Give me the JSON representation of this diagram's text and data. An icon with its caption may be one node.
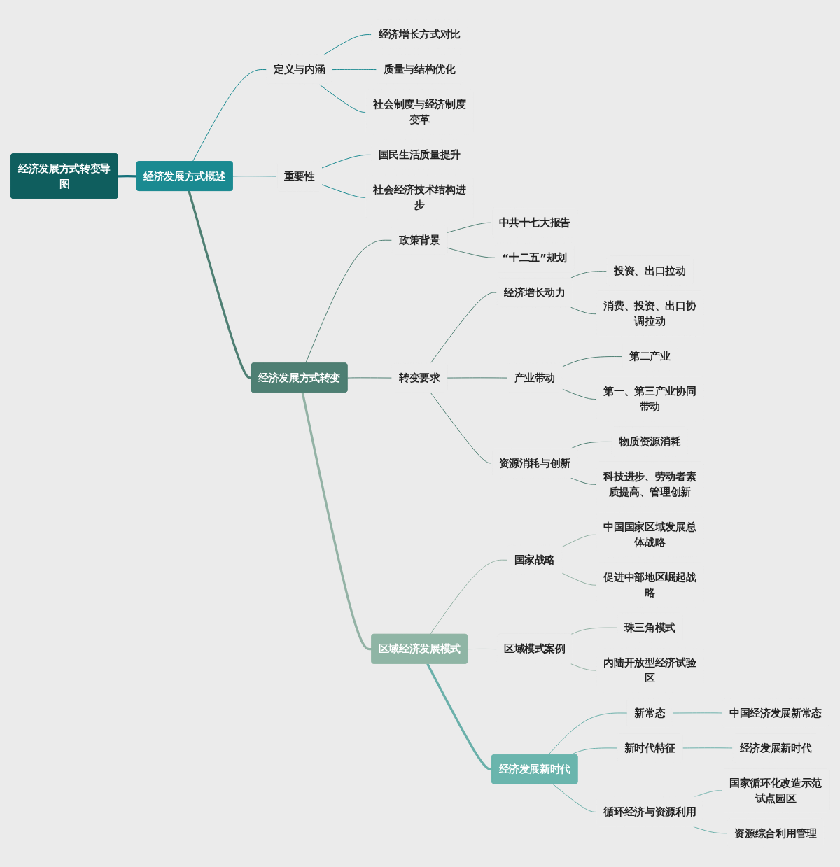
{
  "diagram": {
    "nodes": [
      {
        "text": [
          "经济发展方式转变导图"
        ]
      },
      {
        "text": [
          "经济发展方式概述"
        ]
      },
      {
        "text": [
          "定义与内涵"
        ]
      },
      {
        "text": [
          "经济增长方式对比"
        ]
      },
      {
        "text": [
          "质量与结构优化"
        ]
      },
      {
        "text": [
          "社会制度与经济制度变革"
        ]
      },
      {
        "text": [
          "重要性"
        ]
      },
      {
        "text": [
          "国民生活质量提升"
        ]
      },
      {
        "text": [
          "社会经济技术结构进步"
        ]
      },
      {
        "text": [
          "经济发展方式转变"
        ]
      },
      {
        "text": [
          "政策背景"
        ]
      },
      {
        "text": [
          "中共十七大报告"
        ]
      },
      {
        "text": [
          "“十二五”规划"
        ]
      },
      {
        "text": [
          "转变要求"
        ]
      },
      {
        "text": [
          "经济增长动力"
        ]
      },
      {
        "text": [
          "投资、出口拉动"
        ]
      },
      {
        "text": [
          "消费、投资、出口协调拉动"
        ]
      },
      {
        "text": [
          "产业带动"
        ]
      },
      {
        "text": [
          "第二产业"
        ]
      },
      {
        "text": [
          "第一、第三产业协同带动"
        ]
      },
      {
        "text": [
          "资源消耗与创新"
        ]
      },
      {
        "text": [
          "物质资源消耗"
        ]
      },
      {
        "text": [
          "科技进步、劳动者素质提高、管理创新"
        ]
      },
      {
        "text": [
          "区域经济发展模式"
        ]
      },
      {
        "text": [
          "国家战略"
        ]
      },
      {
        "text": [
          "中国国家区域发展总体战略"
        ]
      },
      {
        "text": [
          "促进中部地区崛起战略"
        ]
      },
      {
        "text": [
          "区域模式案例"
        ]
      },
      {
        "text": [
          "珠三角模式"
        ]
      },
      {
        "text": [
          "内陆开放型经济试验区"
        ]
      },
      {
        "text": [
          "经济发展新时代"
        ]
      },
      {
        "text": [
          "新常态"
        ]
      },
      {
        "text": [
          "中国经济发展新常态"
        ]
      },
      {
        "text": [
          "新时代特征"
        ]
      },
      {
        "text": [
          "经济发展新时代"
        ]
      },
      {
        "text": [
          "循环经济与资源利用"
        ]
      },
      {
        "text": [
          "国家循环化改造示范试点园区"
        ]
      },
      {
        "text": [
          "资源综合利用管理"
        ]
      }
    ],
    "edges": [
      {
        "from": 0,
        "to": 1,
        "arrow": "none",
        "style": "thick",
        "color": "#14707a"
      },
      {
        "from": 1,
        "to": 9,
        "arrow": "none",
        "style": "thick",
        "color": "#4e7f73"
      },
      {
        "from": 9,
        "to": 23,
        "arrow": "none",
        "style": "thick",
        "color": "#93b2a5"
      },
      {
        "from": 23,
        "to": 30,
        "arrow": "none",
        "style": "thick",
        "color": "#6ab0aa"
      },
      {
        "from": 1,
        "to": 2,
        "arrow": "none",
        "color": "#1a8a91"
      },
      {
        "from": 2,
        "to": 3,
        "arrow": "none",
        "color": "#1a8a91"
      },
      {
        "from": 2,
        "to": 4,
        "arrow": "none",
        "color": "#1a8a91"
      },
      {
        "from": 2,
        "to": 5,
        "arrow": "none",
        "color": "#1a8a91"
      },
      {
        "from": 1,
        "to": 6,
        "arrow": "none",
        "color": "#1a8a91"
      },
      {
        "from": 6,
        "to": 7,
        "arrow": "none",
        "color": "#1a8a91"
      },
      {
        "from": 6,
        "to": 8,
        "arrow": "none",
        "color": "#1a8a91"
      },
      {
        "from": 9,
        "to": 10,
        "arrow": "none",
        "color": "#4e7f73"
      },
      {
        "from": 10,
        "to": 11,
        "arrow": "none",
        "color": "#4e7f73"
      },
      {
        "from": 10,
        "to": 12,
        "arrow": "none",
        "color": "#4e7f73"
      },
      {
        "from": 9,
        "to": 13,
        "arrow": "none",
        "color": "#4e7f73"
      },
      {
        "from": 13,
        "to": 14,
        "arrow": "none",
        "color": "#4e7f73"
      },
      {
        "from": 14,
        "to": 15,
        "arrow": "none",
        "color": "#4e7f73"
      },
      {
        "from": 14,
        "to": 16,
        "arrow": "none",
        "color": "#4e7f73"
      },
      {
        "from": 13,
        "to": 17,
        "arrow": "none",
        "color": "#4e7f73"
      },
      {
        "from": 17,
        "to": 18,
        "arrow": "none",
        "color": "#4e7f73"
      },
      {
        "from": 17,
        "to": 19,
        "arrow": "none",
        "color": "#4e7f73"
      },
      {
        "from": 13,
        "to": 20,
        "arrow": "none",
        "color": "#4e7f73"
      },
      {
        "from": 20,
        "to": 21,
        "arrow": "none",
        "color": "#4e7f73"
      },
      {
        "from": 20,
        "to": 22,
        "arrow": "none",
        "color": "#4e7f73"
      },
      {
        "from": 23,
        "to": 24,
        "arrow": "none",
        "color": "#93b2a5"
      },
      {
        "from": 24,
        "to": 25,
        "arrow": "none",
        "color": "#93b2a5"
      },
      {
        "from": 24,
        "to": 26,
        "arrow": "none",
        "color": "#93b2a5"
      },
      {
        "from": 23,
        "to": 27,
        "arrow": "none",
        "color": "#93b2a5"
      },
      {
        "from": 27,
        "to": 28,
        "arrow": "none",
        "color": "#93b2a5"
      },
      {
        "from": 27,
        "to": 29,
        "arrow": "none",
        "color": "#93b2a5"
      },
      {
        "from": 30,
        "to": 31,
        "arrow": "none",
        "color": "#6ab0aa"
      },
      {
        "from": 31,
        "to": 32,
        "arrow": "none",
        "color": "#6ab0aa"
      },
      {
        "from": 30,
        "to": 33,
        "arrow": "none",
        "color": "#6ab0aa"
      },
      {
        "from": 33,
        "to": 34,
        "arrow": "none",
        "color": "#6ab0aa"
      },
      {
        "from": 30,
        "to": 35,
        "arrow": "none",
        "color": "#6ab0aa"
      },
      {
        "from": 35,
        "to": 36,
        "arrow": "none",
        "color": "#6ab0aa"
      },
      {
        "from": 35,
        "to": 37,
        "arrow": "none",
        "color": "#6ab0aa"
      }
    ]
  }
}
